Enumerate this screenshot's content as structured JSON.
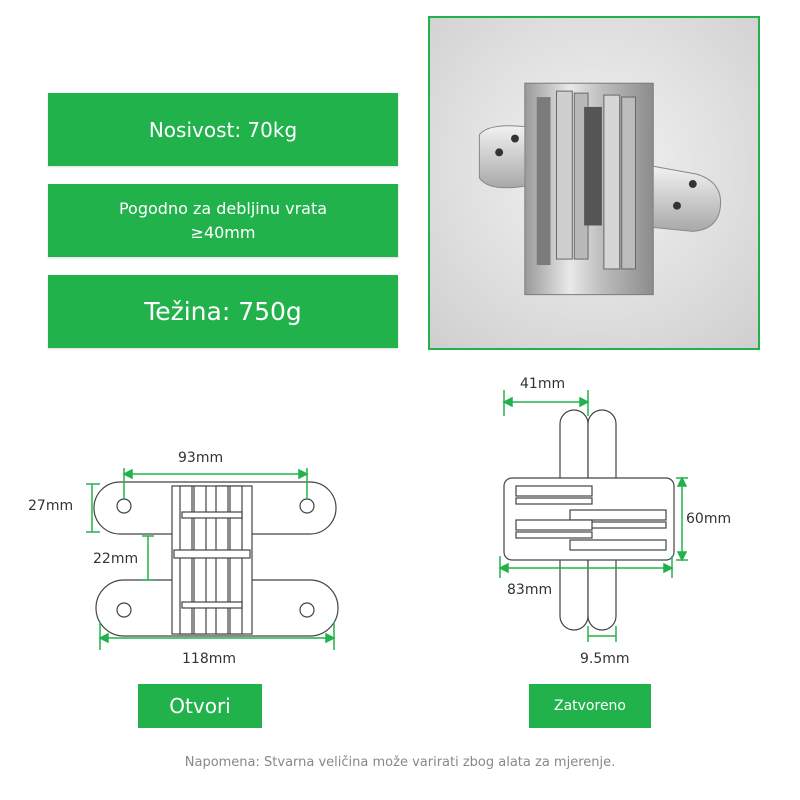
{
  "specs": {
    "load": "Nosivost: 70kg",
    "thickness": "Pogodno za debljinu vrata ≥40mm",
    "weight": "Težina: 750g"
  },
  "open_view": {
    "caption": "Otvori",
    "dims": {
      "hole_spacing": "93mm",
      "height": "27mm",
      "gap": "22mm",
      "length": "118mm"
    }
  },
  "closed_view": {
    "caption": "Zatvoreno",
    "dims": {
      "width": "41mm",
      "height": "60mm",
      "length": "83mm",
      "thickness": "9.5mm"
    }
  },
  "note": "Napomena: Stvarna veličina može varirati zbog alata za mjerenje.",
  "colors": {
    "accent": "#22b24c",
    "dimension_line": "#22b24c"
  }
}
